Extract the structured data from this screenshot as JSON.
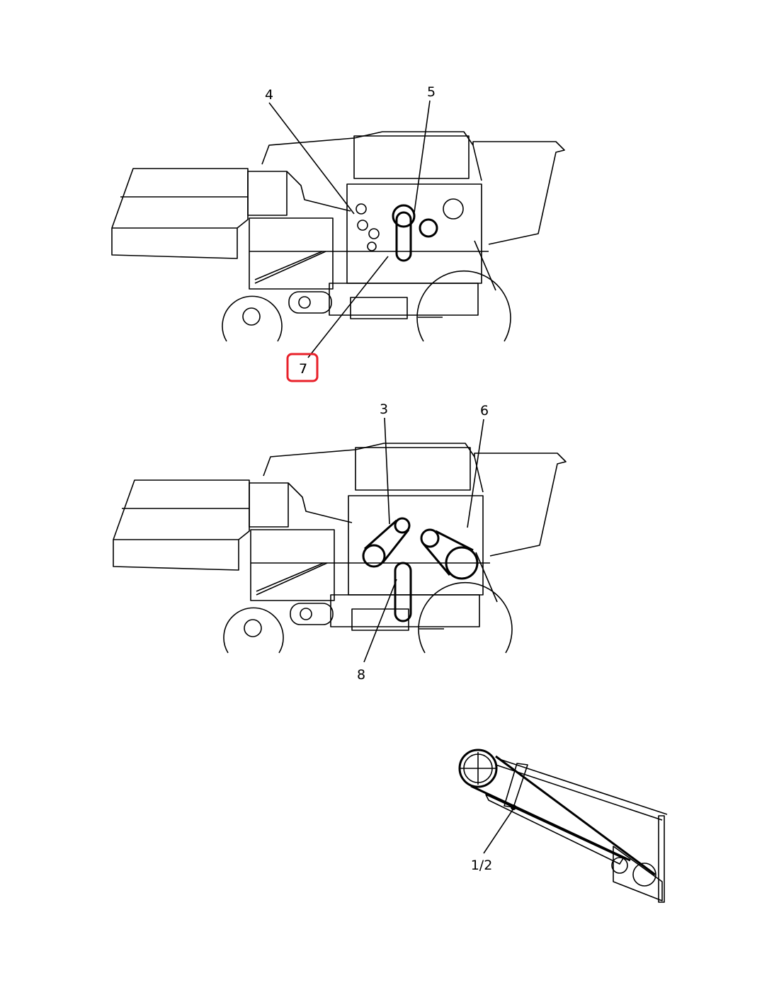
{
  "title": "Combine harvester belt drive locations",
  "callouts": {
    "top_view": [
      "4",
      "5",
      "7"
    ],
    "middle_view": [
      "3",
      "6",
      "8"
    ],
    "detail_view": [
      "1/2"
    ]
  },
  "highlighted_callout": "7",
  "highlight_color": "#e8202a"
}
